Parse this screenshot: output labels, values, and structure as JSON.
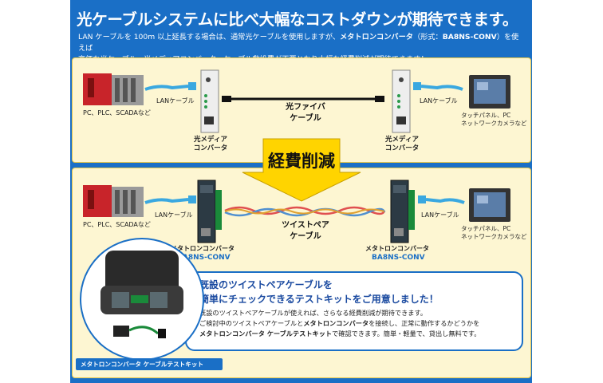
{
  "title": "光ケーブルシステムに比べ大幅なコストダウンが期待できます。",
  "lead": {
    "line1_a": "LAN ケーブルを 100m 以上延長する場合は、通常光ケーブルを使用しますが、",
    "line1_b": "メタトロンコンバータ",
    "line1_c": "（形式：",
    "line1_d": "BA8NS-CONV",
    "line1_e": "）を使えば",
    "line2": "高価な光ケーブル、光メディアコンバータ、ケーブル敷設費が不要となり大幅な経費削減が期待できます！"
  },
  "top": {
    "plc_label": "PC、PLC、SCADAなど",
    "lan_left": "LANケーブル",
    "lan_right": "LANケーブル",
    "fiber_line1": "光ファイバ",
    "fiber_line2": "ケーブル",
    "conv_left_line1": "光メディア",
    "conv_left_line2": "コンバータ",
    "conv_right_line1": "光メディア",
    "conv_right_line2": "コンバータ",
    "panel_line1": "タッチパネル、PC",
    "panel_line2": "ネットワークカメラなど"
  },
  "arrow_text": "経費削減",
  "bottom": {
    "plc_label": "PC、PLC、SCADAなど",
    "lan_left": "LANケーブル",
    "lan_right": "LANケーブル",
    "twist_line1": "ツイストペア",
    "twist_line2": "ケーブル",
    "conv_left_name": "メタトロンコンバータ",
    "conv_left_model": "BA8NS-CONV",
    "conv_right_name": "メタトロンコンバータ",
    "conv_right_model": "BA8NS-CONV",
    "panel_line1": "タッチパネル、PC",
    "panel_line2": "ネットワークカメラなど"
  },
  "info": {
    "heading1": "既設のツイストペアケーブルを",
    "heading2": "簡単にチェックできるテストキットをご用意しました！",
    "p1": "既設のツイストペアケーブルが使えれば、さらなる経費削減が期待できます。",
    "p2_a": "ご検討中のツイストペアケーブルと",
    "p2_b": "メタトロンコンバータ",
    "p2_c": "を接続し、正常に動作するかどうかを",
    "p3_a": "メタトロンコンバータ ケーブルテストキット",
    "p3_b": "で確認できます。簡単・軽量で、貸出し無料です。"
  },
  "kit_label": "メタトロンコンバータ ケーブルテストキット",
  "colors": {
    "brand_blue": "#1a6fc6",
    "box_fill": "#fdf6d2",
    "arrow_yellow": "#ffd400",
    "lan_cable": "#3aa8e0"
  }
}
